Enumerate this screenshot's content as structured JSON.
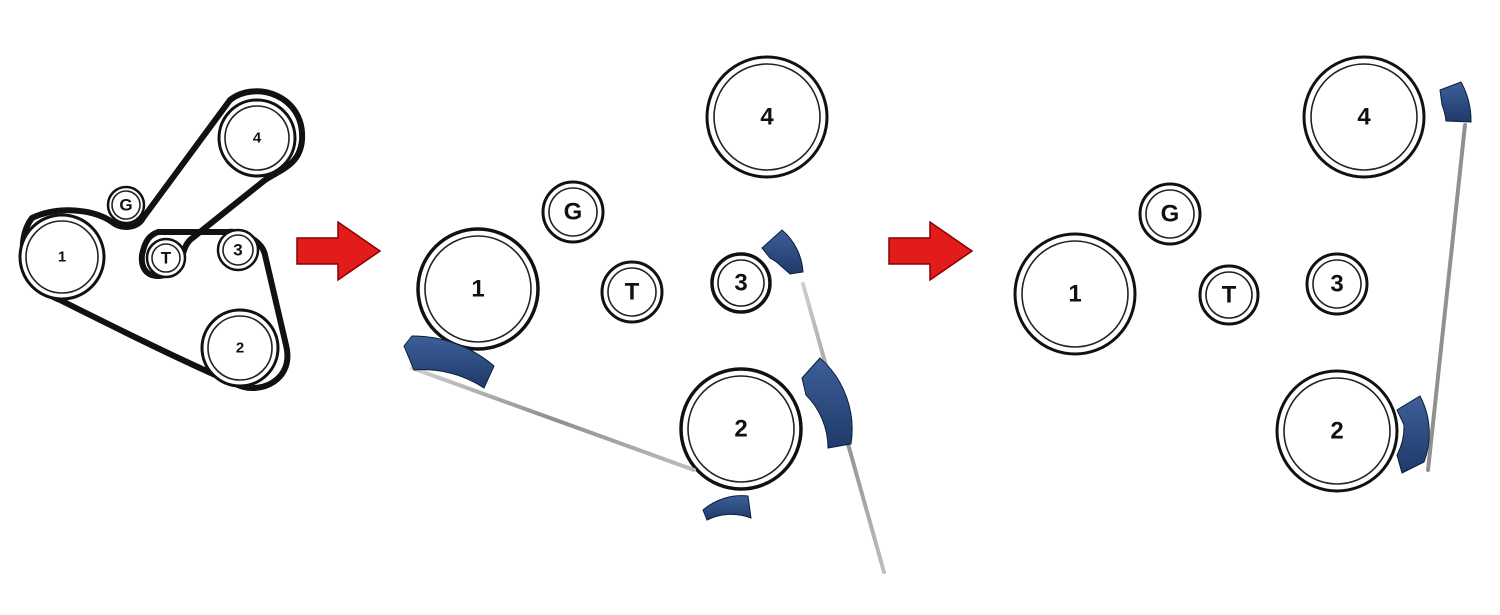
{
  "colors": {
    "belt": "#111111",
    "arrow": "#e21b1b",
    "sensor": "#2b4a7e",
    "rod": "#9a9a9a"
  },
  "panels": [
    {
      "id": "belt-layout",
      "pulleys": [
        {
          "label": "1"
        },
        {
          "label": "G"
        },
        {
          "label": "T"
        },
        {
          "label": "3"
        },
        {
          "label": "4"
        },
        {
          "label": "2"
        }
      ]
    },
    {
      "id": "measure-step-1",
      "pulleys": [
        {
          "label": "4"
        },
        {
          "label": "G"
        },
        {
          "label": "1"
        },
        {
          "label": "T"
        },
        {
          "label": "3"
        },
        {
          "label": "2"
        }
      ]
    },
    {
      "id": "measure-step-2",
      "pulleys": [
        {
          "label": "4"
        },
        {
          "label": "G"
        },
        {
          "label": "1"
        },
        {
          "label": "T"
        },
        {
          "label": "3"
        },
        {
          "label": "2"
        }
      ]
    }
  ],
  "arrows": [
    {
      "icon": "red-arrow-right-icon"
    },
    {
      "icon": "red-arrow-right-icon"
    }
  ]
}
